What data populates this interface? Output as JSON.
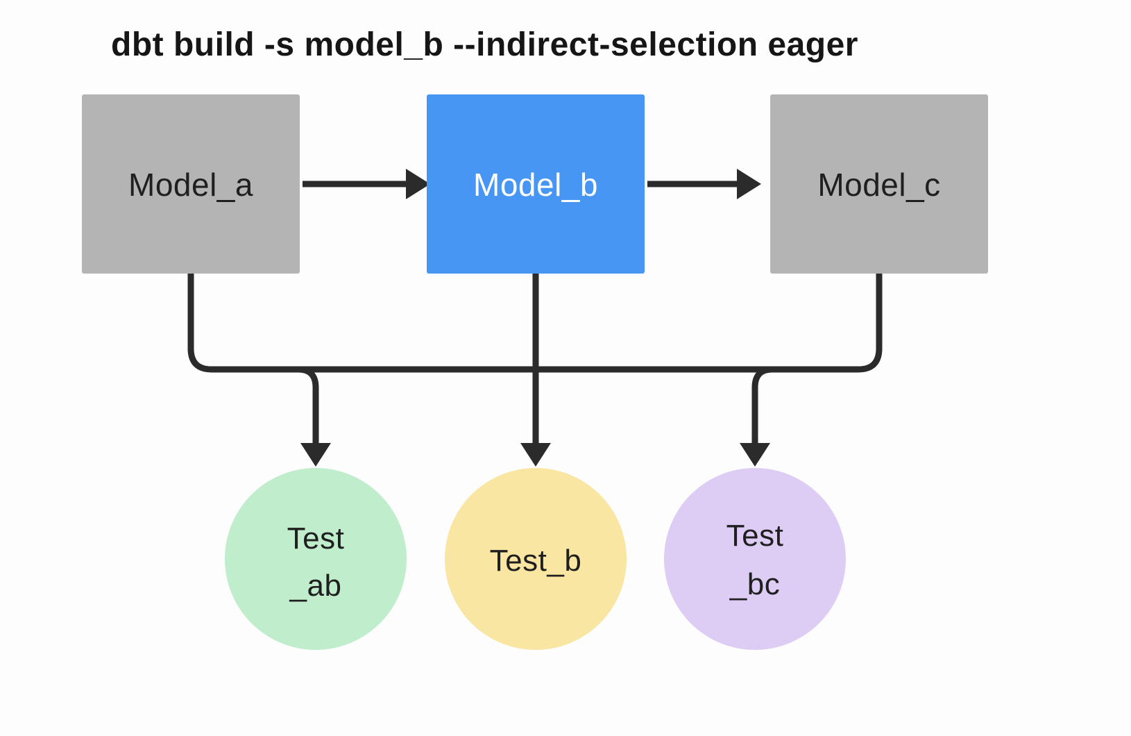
{
  "title": "dbt build -s model_b --indirect-selection eager",
  "colors": {
    "background": "#fdfdfd",
    "edge": "#2b2b2b",
    "title_color": "#161616",
    "node_gray": "#b4b4b4",
    "node_blue": "#4796f3",
    "node_text_dark": "#1f1f1f",
    "node_text_light": "#ffffff",
    "test_green": "#c0edcc",
    "test_yellow": "#f8e6a2",
    "test_purple": "#ddcdf5"
  },
  "nodes": {
    "model_a": {
      "label": "Model_a",
      "fill": "#b4b4b4",
      "text_color": "#1f1f1f"
    },
    "model_b": {
      "label": "Model_b",
      "fill": "#4796f3",
      "text_color": "#ffffff"
    },
    "model_c": {
      "label": "Model_c",
      "fill": "#b4b4b4",
      "text_color": "#1f1f1f"
    }
  },
  "tests": {
    "test_ab": {
      "line1": "Test",
      "line2": "_ab",
      "fill": "#c0edcc",
      "text_color": "#1f1f1f"
    },
    "test_b": {
      "label": "Test_b",
      "fill": "#f8e6a2",
      "text_color": "#1f1f1f"
    },
    "test_bc": {
      "line1": "Test",
      "line2": "_bc",
      "fill": "#ddcdf5",
      "text_color": "#1f1f1f"
    }
  }
}
